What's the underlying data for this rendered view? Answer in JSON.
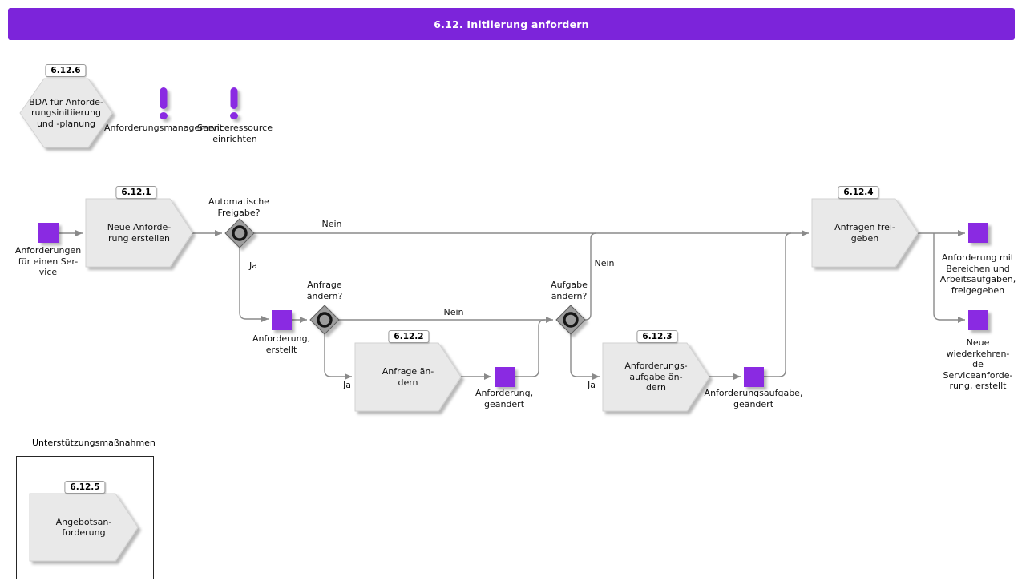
{
  "header": {
    "title": "6.12. Initiierung anfordern"
  },
  "colors": {
    "header-bg": "#7c24da",
    "node": "#8a2be2",
    "shape-fill": "#e9e9e9",
    "line": "#8a8a8a"
  },
  "milestone": {
    "badge": "6.12.6",
    "label": "BDA für Anforde-\nrungsinitiierung\nund -planung"
  },
  "alerts": [
    {
      "label": "Anforderungsmanagement"
    },
    {
      "label": "Serviceressource\neinrichten"
    }
  ],
  "processes": [
    {
      "badge": "6.12.1",
      "label": "Neue Anforde-\nrung erstellen"
    },
    {
      "badge": "6.12.2",
      "label": "Anfrage än-\ndern"
    },
    {
      "badge": "6.12.3",
      "label": "Anforderungs-\naufgabe än-\ndern"
    },
    {
      "badge": "6.12.4",
      "label": "Anfragen frei-\ngeben"
    }
  ],
  "states": [
    {
      "label": "Anforderungen\nfür einen Ser-\nvice"
    },
    {
      "label": "Anforderung,\nerstellt"
    },
    {
      "label": "Anforderung,\ngeändert"
    },
    {
      "label": "Anforderungsaufgabe,\ngeändert"
    },
    {
      "label": "Anforderung mit\nBereichen und\nArbeitsaufgaben,\nfreigegeben"
    },
    {
      "label": "Neue wiederkehren-\nde Serviceanforde-\nrung, erstellt"
    }
  ],
  "gateways": [
    {
      "label": "Automatische\nFreigabe?"
    },
    {
      "label": "Anfrage\nändern?"
    },
    {
      "label": "Aufgabe\nändern?"
    }
  ],
  "edges": {
    "g1_nein": "Nein",
    "g1_ja": "Ja",
    "g2_nein": "Nein",
    "g2_ja": "Ja",
    "g3_nein": "Nein",
    "g3_ja": "Ja"
  },
  "support": {
    "title": "Unterstützungsmaßnahmen",
    "badge": "6.12.5",
    "label": "Angebotsan-\nforderung"
  }
}
